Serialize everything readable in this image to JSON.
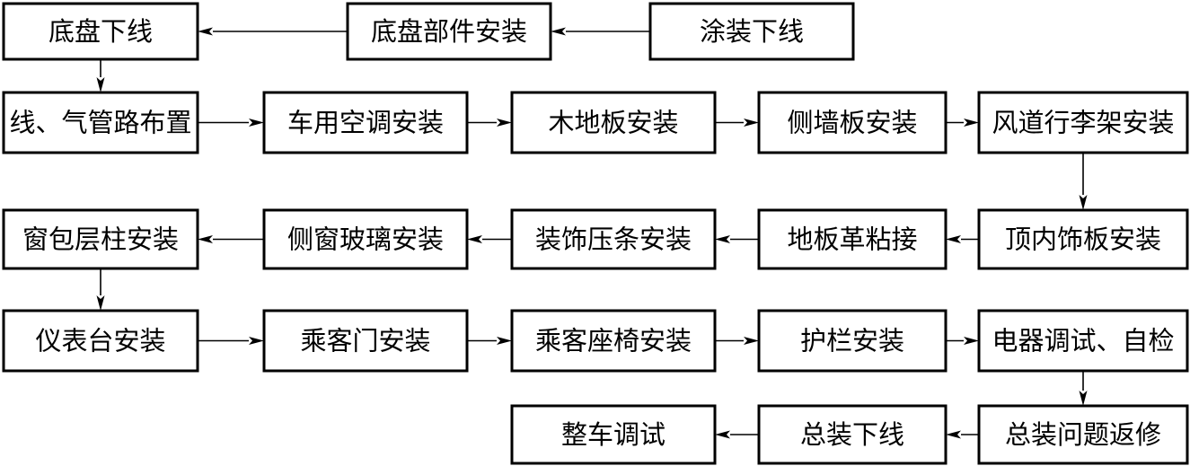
{
  "diagram": {
    "type": "process-flowchart",
    "nodes": [
      {
        "id": "n1",
        "label": "底盘下线"
      },
      {
        "id": "n2",
        "label": "底盘部件安装"
      },
      {
        "id": "n3",
        "label": "涂装下线"
      },
      {
        "id": "n4",
        "label": "线、气管路布置"
      },
      {
        "id": "n5",
        "label": "车用空调安装"
      },
      {
        "id": "n6",
        "label": "木地板安装"
      },
      {
        "id": "n7",
        "label": "侧墙板安装"
      },
      {
        "id": "n8",
        "label": "风道行李架安装"
      },
      {
        "id": "n9",
        "label": "顶内饰板安装"
      },
      {
        "id": "n10",
        "label": "地板革粘接"
      },
      {
        "id": "n11",
        "label": "装饰压条安装"
      },
      {
        "id": "n12",
        "label": "侧窗玻璃安装"
      },
      {
        "id": "n13",
        "label": "窗包层柱安装"
      },
      {
        "id": "n14",
        "label": "仪表台安装"
      },
      {
        "id": "n15",
        "label": "乘客门安装"
      },
      {
        "id": "n16",
        "label": "乘客座椅安装"
      },
      {
        "id": "n17",
        "label": "护栏安装"
      },
      {
        "id": "n18",
        "label": "电器调试、自检"
      },
      {
        "id": "n19",
        "label": "总装问题返修"
      },
      {
        "id": "n20",
        "label": "总装下线"
      },
      {
        "id": "n21",
        "label": "整车调试"
      }
    ],
    "edges": [
      {
        "from": "n3",
        "to": "n2"
      },
      {
        "from": "n2",
        "to": "n1"
      },
      {
        "from": "n1",
        "to": "n4"
      },
      {
        "from": "n4",
        "to": "n5"
      },
      {
        "from": "n5",
        "to": "n6"
      },
      {
        "from": "n6",
        "to": "n7"
      },
      {
        "from": "n7",
        "to": "n8"
      },
      {
        "from": "n8",
        "to": "n9"
      },
      {
        "from": "n9",
        "to": "n10"
      },
      {
        "from": "n10",
        "to": "n11"
      },
      {
        "from": "n11",
        "to": "n12"
      },
      {
        "from": "n12",
        "to": "n13"
      },
      {
        "from": "n13",
        "to": "n14"
      },
      {
        "from": "n14",
        "to": "n15"
      },
      {
        "from": "n15",
        "to": "n16"
      },
      {
        "from": "n16",
        "to": "n17"
      },
      {
        "from": "n17",
        "to": "n18"
      },
      {
        "from": "n18",
        "to": "n19"
      },
      {
        "from": "n19",
        "to": "n20"
      },
      {
        "from": "n20",
        "to": "n21"
      }
    ]
  }
}
